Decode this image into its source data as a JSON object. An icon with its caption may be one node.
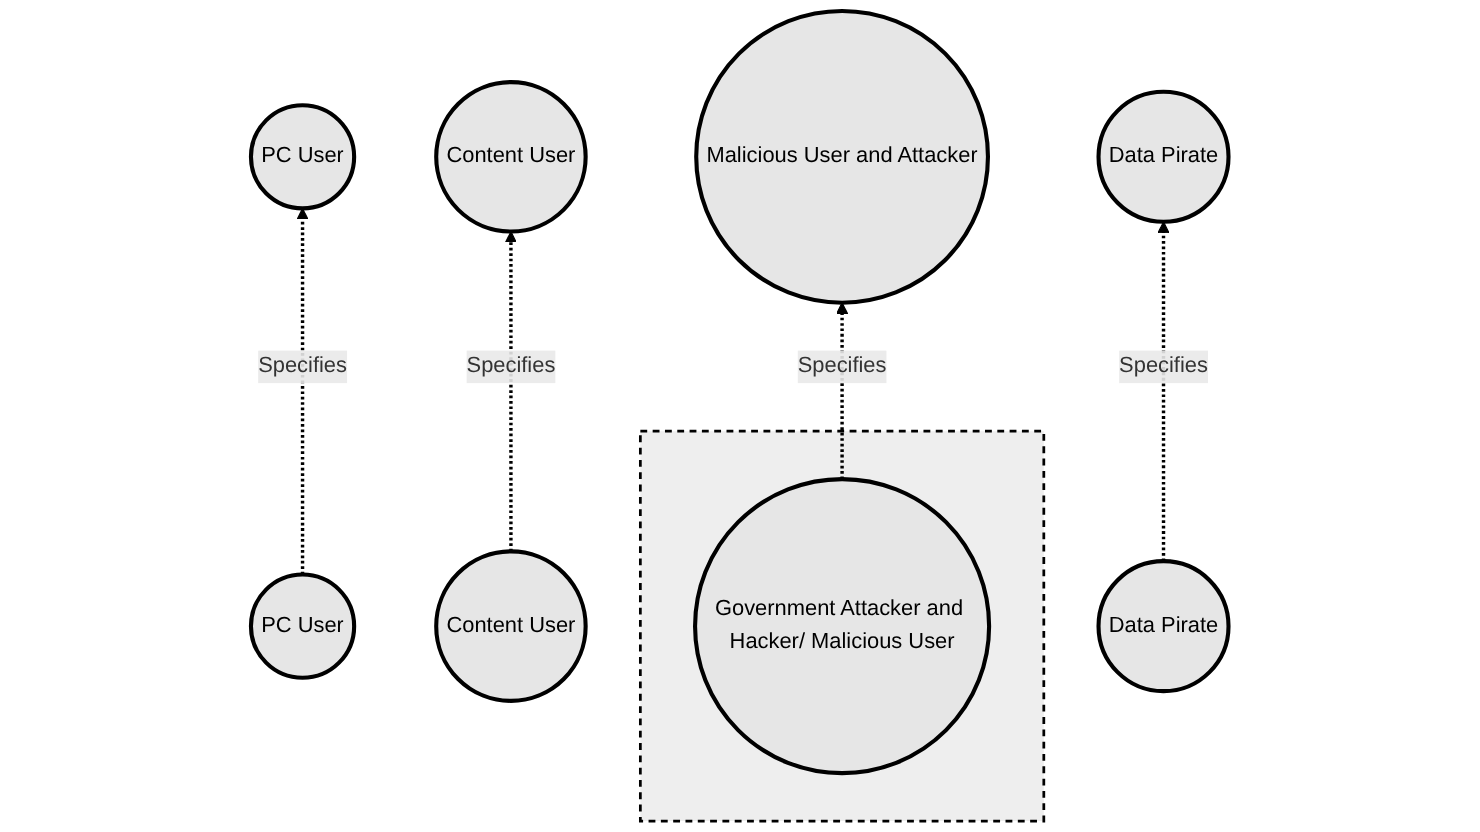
{
  "diagram": {
    "nodes": [
      {
        "text": [
          "PC User"
        ]
      },
      {
        "text": [
          "Content User"
        ]
      },
      {
        "text": [
          "Malicious User and Attacker"
        ]
      },
      {
        "text": [
          "Data Pirate"
        ]
      },
      {
        "text": [
          "PC User"
        ]
      },
      {
        "text": [
          "Content User"
        ]
      },
      {
        "text": [],
        "shape": "box"
      },
      {
        "text": [
          "Government Attacker and Hacker/ Malicious User"
        ],
        "in": 6
      },
      {
        "text": [
          "Data Pirate"
        ]
      }
    ],
    "edges": [
      {
        "from": 4,
        "to": 0,
        "arrow": "to",
        "label": "Specifies",
        "style": "dashed"
      },
      {
        "from": 5,
        "to": 1,
        "arrow": "to",
        "label": "Specifies",
        "style": "dashed"
      },
      {
        "from": 7,
        "to": 2,
        "arrow": "to",
        "label": "Specifies",
        "style": "dashed"
      },
      {
        "from": 8,
        "to": 3,
        "arrow": "to",
        "label": "Specifies",
        "style": "dashed"
      }
    ]
  }
}
